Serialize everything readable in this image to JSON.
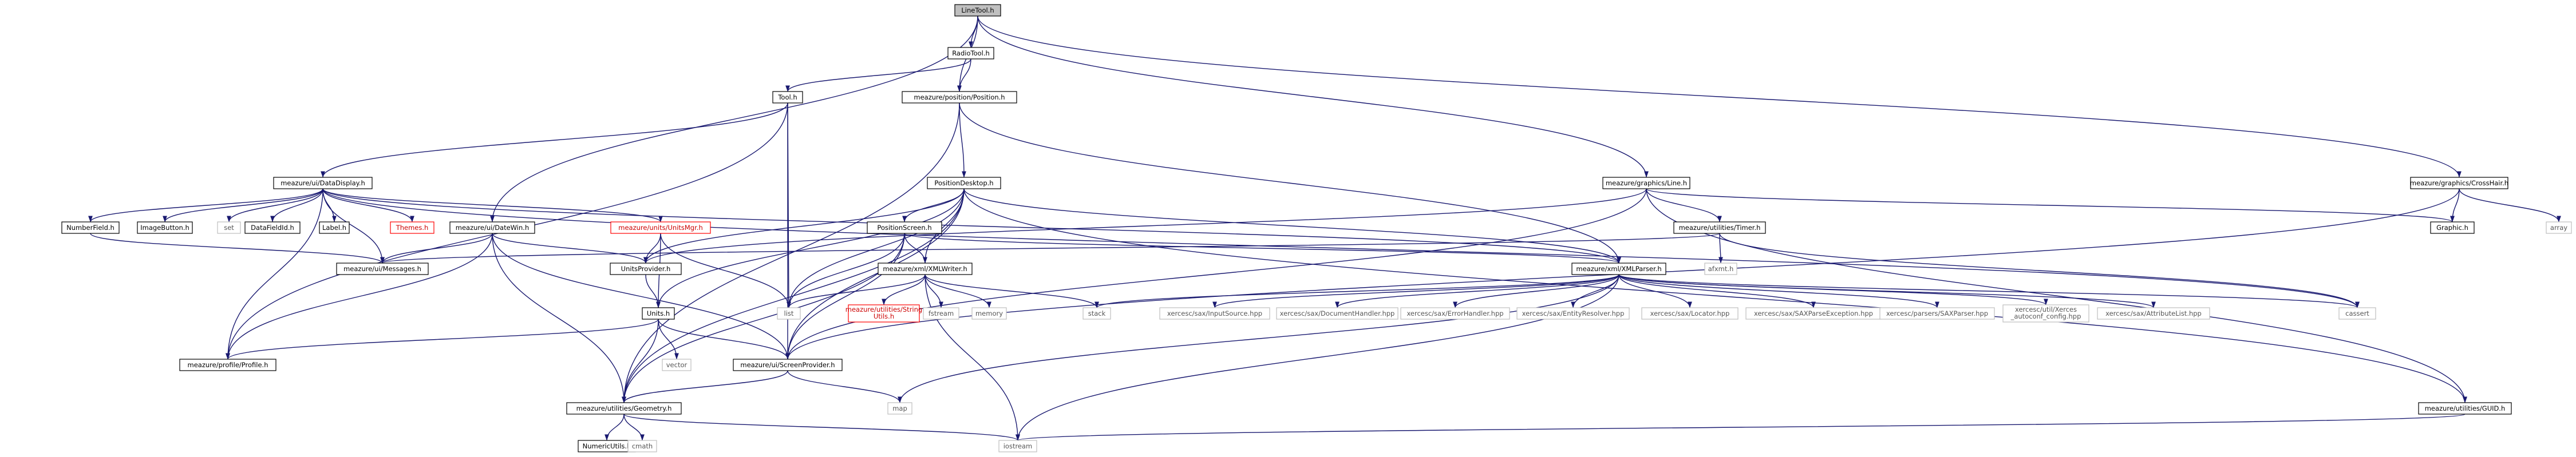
{
  "graph": {
    "type": "include-dependency-graph",
    "colors": {
      "edge": "#191970",
      "root_fill": "#bfbfbf",
      "ext_border": "#bfbfbf",
      "missing_border": "#ff0000"
    },
    "nodes": [
      {
        "id": "linetool",
        "label": "LineTool.h",
        "kind": "root"
      },
      {
        "id": "radiotool",
        "label": "RadioTool.h",
        "kind": "doc"
      },
      {
        "id": "tool",
        "label": "Tool.h",
        "kind": "doc"
      },
      {
        "id": "position",
        "label": "meazure/position/Position.h",
        "kind": "doc"
      },
      {
        "id": "gline",
        "label": "meazure/graphics/Line.h",
        "kind": "doc"
      },
      {
        "id": "crosshair",
        "label": "meazure/graphics/CrossHair.h",
        "kind": "doc"
      },
      {
        "id": "datadisplay",
        "label": "meazure/ui/DataDisplay.h",
        "kind": "doc"
      },
      {
        "id": "posdesktop",
        "label": "PositionDesktop.h",
        "kind": "doc"
      },
      {
        "id": "numberfield",
        "label": "NumberField.h",
        "kind": "doc"
      },
      {
        "id": "imagebutton",
        "label": "ImageButton.h",
        "kind": "doc"
      },
      {
        "id": "set",
        "label": "set",
        "kind": "ext"
      },
      {
        "id": "datafielddd",
        "label": "DataFieldId.h",
        "kind": "doc"
      },
      {
        "id": "label",
        "label": "Label.h",
        "kind": "doc"
      },
      {
        "id": "themes",
        "label": "Themes.h",
        "kind": "missing"
      },
      {
        "id": "datewin",
        "label": "meazure/ui/DateWin.h",
        "kind": "doc"
      },
      {
        "id": "unitsmgr",
        "label": "meazure/units/UnitsMgr.h",
        "kind": "missing"
      },
      {
        "id": "posscreen",
        "label": "PositionScreen.h",
        "kind": "doc"
      },
      {
        "id": "timer",
        "label": "meazure/utilities/Timer.h",
        "kind": "doc"
      },
      {
        "id": "graphic",
        "label": "Graphic.h",
        "kind": "doc"
      },
      {
        "id": "array",
        "label": "array",
        "kind": "ext"
      },
      {
        "id": "messages",
        "label": "meazure/ui/Messages.h",
        "kind": "doc"
      },
      {
        "id": "unitsprovider",
        "label": "UnitsProvider.h",
        "kind": "doc"
      },
      {
        "id": "xmlwriter",
        "label": "meazure/xml/XMLWriter.h",
        "kind": "doc"
      },
      {
        "id": "afxmt",
        "label": "afxmt.h",
        "kind": "ext"
      },
      {
        "id": "xmlparser",
        "label": "meazure/xml/XMLParser.h",
        "kind": "doc"
      },
      {
        "id": "units",
        "label": "Units.h",
        "kind": "doc"
      },
      {
        "id": "list",
        "label": "list",
        "kind": "ext"
      },
      {
        "id": "stringutils",
        "label": "meazure/utilities/String\nUtils.h",
        "kind": "missing"
      },
      {
        "id": "fstream",
        "label": "fstream",
        "kind": "ext"
      },
      {
        "id": "memory",
        "label": "memory",
        "kind": "ext"
      },
      {
        "id": "stack",
        "label": "stack",
        "kind": "ext"
      },
      {
        "id": "inputsource",
        "label": "xercesc/sax/InputSource.hpp",
        "kind": "ext"
      },
      {
        "id": "dochandler",
        "label": "xercesc/sax/DocumentHandler.hpp",
        "kind": "ext"
      },
      {
        "id": "errhandler",
        "label": "xercesc/sax/ErrorHandler.hpp",
        "kind": "ext"
      },
      {
        "id": "entityres",
        "label": "xercesc/sax/EntityResolver.hpp",
        "kind": "ext"
      },
      {
        "id": "locator",
        "label": "xercesc/sax/Locator.hpp",
        "kind": "ext"
      },
      {
        "id": "saxparseexc",
        "label": "xercesc/sax/SAXParseException.hpp",
        "kind": "ext"
      },
      {
        "id": "saxparser",
        "label": "xercesc/parsers/SAXParser.hpp",
        "kind": "ext"
      },
      {
        "id": "autoconf",
        "label": "xercesc/util/Xerces\n_autoconf_config.hpp",
        "kind": "ext"
      },
      {
        "id": "attrlist",
        "label": "xercesc/sax/AttributeList.hpp",
        "kind": "ext"
      },
      {
        "id": "cassert",
        "label": "cassert",
        "kind": "ext"
      },
      {
        "id": "profile",
        "label": "meazure/profile/Profile.h",
        "kind": "doc"
      },
      {
        "id": "vector",
        "label": "vector",
        "kind": "ext"
      },
      {
        "id": "screenprovider",
        "label": "meazure/ui/ScreenProvider.h",
        "kind": "doc"
      },
      {
        "id": "map",
        "label": "map",
        "kind": "ext"
      },
      {
        "id": "guid",
        "label": "meazure/utilities/GUID.h",
        "kind": "doc"
      },
      {
        "id": "geometry",
        "label": "meazure/utilities/Geometry.h",
        "kind": "doc"
      },
      {
        "id": "numericutils",
        "label": "NumericUtils.h",
        "kind": "doc"
      },
      {
        "id": "iostream",
        "label": "iostream",
        "kind": "ext"
      },
      {
        "id": "cmath",
        "label": "cmath",
        "kind": "ext"
      }
    ],
    "edges": [
      [
        "linetool",
        "radiotool"
      ],
      [
        "linetool",
        "position"
      ],
      [
        "linetool",
        "gline"
      ],
      [
        "linetool",
        "crosshair"
      ],
      [
        "linetool",
        "datewin"
      ],
      [
        "radiotool",
        "tool"
      ],
      [
        "radiotool",
        "position"
      ],
      [
        "tool",
        "datadisplay"
      ],
      [
        "tool",
        "list"
      ],
      [
        "tool",
        "screenprovider"
      ],
      [
        "tool",
        "profile"
      ],
      [
        "position",
        "posdesktop"
      ],
      [
        "position",
        "geometry"
      ],
      [
        "position",
        "xmlparser"
      ],
      [
        "gline",
        "timer"
      ],
      [
        "gline",
        "graphic"
      ],
      [
        "gline",
        "unitsprovider"
      ],
      [
        "gline",
        "screenprovider"
      ],
      [
        "gline",
        "guid"
      ],
      [
        "crosshair",
        "graphic"
      ],
      [
        "crosshair",
        "array"
      ],
      [
        "crosshair",
        "screenprovider"
      ],
      [
        "datadisplay",
        "numberfield"
      ],
      [
        "datadisplay",
        "imagebutton"
      ],
      [
        "datadisplay",
        "set"
      ],
      [
        "datadisplay",
        "datafielddd"
      ],
      [
        "datadisplay",
        "label"
      ],
      [
        "datadisplay",
        "themes"
      ],
      [
        "datadisplay",
        "unitsmgr"
      ],
      [
        "datadisplay",
        "messages"
      ],
      [
        "datadisplay",
        "profile"
      ],
      [
        "datadisplay",
        "cassert"
      ],
      [
        "datadisplay",
        "xmlparser"
      ],
      [
        "posdesktop",
        "unitsprovider"
      ],
      [
        "posdesktop",
        "posscreen"
      ],
      [
        "posdesktop",
        "xmlwriter"
      ],
      [
        "posdesktop",
        "xmlparser"
      ],
      [
        "posdesktop",
        "units"
      ],
      [
        "posdesktop",
        "geometry"
      ],
      [
        "posdesktop",
        "screenprovider"
      ],
      [
        "posdesktop",
        "list"
      ],
      [
        "posdesktop",
        "guid"
      ],
      [
        "numberfield",
        "messages"
      ],
      [
        "datewin",
        "unitsprovider"
      ],
      [
        "datewin",
        "messages"
      ],
      [
        "datewin",
        "geometry"
      ],
      [
        "datewin",
        "screenprovider"
      ],
      [
        "datewin",
        "profile"
      ],
      [
        "unitsmgr",
        "unitsprovider"
      ],
      [
        "unitsmgr",
        "units"
      ],
      [
        "unitsmgr",
        "list"
      ],
      [
        "posscreen",
        "xmlwriter"
      ],
      [
        "posscreen",
        "xmlparser"
      ],
      [
        "posscreen",
        "geometry"
      ],
      [
        "posscreen",
        "screenprovider"
      ],
      [
        "posscreen",
        "list"
      ],
      [
        "timer",
        "afxmt"
      ],
      [
        "timer",
        "messages"
      ],
      [
        "timer",
        "cassert"
      ],
      [
        "unitsprovider",
        "units"
      ],
      [
        "xmlwriter",
        "list"
      ],
      [
        "xmlwriter",
        "stringutils"
      ],
      [
        "xmlwriter",
        "fstream"
      ],
      [
        "xmlwriter",
        "memory"
      ],
      [
        "xmlwriter",
        "stack"
      ],
      [
        "xmlwriter",
        "iostream"
      ],
      [
        "xmlparser",
        "stack"
      ],
      [
        "xmlparser",
        "inputsource"
      ],
      [
        "xmlparser",
        "dochandler"
      ],
      [
        "xmlparser",
        "errhandler"
      ],
      [
        "xmlparser",
        "entityres"
      ],
      [
        "xmlparser",
        "locator"
      ],
      [
        "xmlparser",
        "saxparseexc"
      ],
      [
        "xmlparser",
        "saxparser"
      ],
      [
        "xmlparser",
        "autoconf"
      ],
      [
        "xmlparser",
        "attrlist"
      ],
      [
        "xmlparser",
        "cassert"
      ],
      [
        "xmlparser",
        "map"
      ],
      [
        "xmlparser",
        "iostream"
      ],
      [
        "units",
        "profile"
      ],
      [
        "units",
        "vector"
      ],
      [
        "units",
        "screenprovider"
      ],
      [
        "units",
        "geometry"
      ],
      [
        "screenprovider",
        "geometry"
      ],
      [
        "screenprovider",
        "map"
      ],
      [
        "guid",
        "iostream"
      ],
      [
        "geometry",
        "numericutils"
      ],
      [
        "geometry",
        "cmath"
      ],
      [
        "geometry",
        "iostream"
      ],
      [
        "numericutils",
        "cmath"
      ]
    ]
  }
}
